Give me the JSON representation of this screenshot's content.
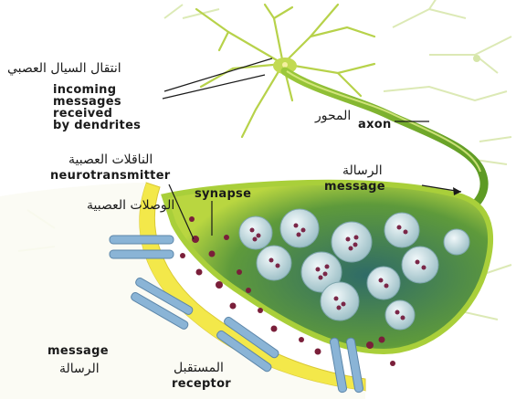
{
  "labels": {
    "nerve_impulse_ar": "انتقال السيال العصبي",
    "incoming_messages": "incoming\nmessages\nreceived\nby dendrites",
    "axon_ar": "المحور",
    "axon_en": "axon",
    "message_top_ar": "الرسالة",
    "message_top_en": "message",
    "neurotransmitter_ar": "الناقلات العصبية",
    "neurotransmitter_en": "neurotransmitter",
    "synapse_en": "synapse",
    "synapse_ar": "الوصلات العصبية",
    "message_bottom_en": "message",
    "message_bottom_ar": "الرسالة",
    "receptor_ar": "المستقبل",
    "receptor_en": "receptor"
  },
  "colors": {
    "neuron_green": "#b7d24a",
    "axon_green": "#7cb82b",
    "sheath_yellow": "#f3e84a",
    "membrane_blue": "#8ab4d6",
    "vesicle_fill": "#cfe3e8",
    "cleft_dark": "#2f5f55",
    "molecule_red": "#7a1f3a"
  }
}
